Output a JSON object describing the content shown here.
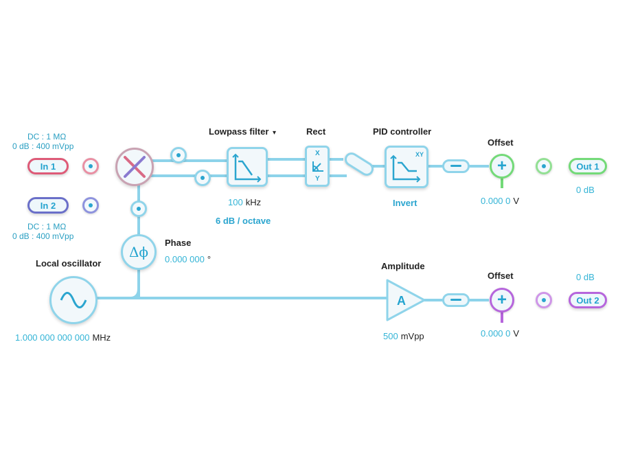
{
  "inputs": {
    "in1": {
      "label": "In 1",
      "coupling": "DC : 1 MΩ",
      "range": "0 dB : 400 mVpp"
    },
    "in2": {
      "label": "In 2",
      "coupling": "DC : 1 MΩ",
      "range": "0 dB : 400 mVpp"
    }
  },
  "lowpass": {
    "title": "Lowpass filter",
    "dropdown_glyph": "▾",
    "bandwidth_value": "100",
    "bandwidth_unit": "kHz",
    "order": "6 dB / octave"
  },
  "rect": {
    "title": "Rect",
    "x_label": "X",
    "y_label": "Y"
  },
  "pid": {
    "title": "PID controller",
    "xy_label": "XY",
    "invert_label": "Invert"
  },
  "offset1": {
    "title": "Offset",
    "value": "0.000 0",
    "unit": "V"
  },
  "out1": {
    "label": "Out 1",
    "gain": "0 dB"
  },
  "phase": {
    "title": "Phase",
    "symbol": "Δϕ",
    "value": "0.000 000",
    "unit": "°"
  },
  "oscillator": {
    "title": "Local oscillator",
    "frequency_value": "1.000 000 000 000",
    "frequency_unit": "MHz"
  },
  "amplitude": {
    "title": "Amplitude",
    "symbol": "A",
    "value": "500",
    "unit": "mVpp"
  },
  "offset2": {
    "title": "Offset",
    "value": "0.000 0",
    "unit": "V"
  },
  "out2": {
    "label": "Out 2",
    "gain": "0 dB"
  },
  "colors": {
    "wire": "#8dd3ea",
    "in1": "#de5a77",
    "in2": "#6a6fc9",
    "out1": "#73da78",
    "out2": "#b665dc",
    "accent": "#2ba5cf"
  }
}
